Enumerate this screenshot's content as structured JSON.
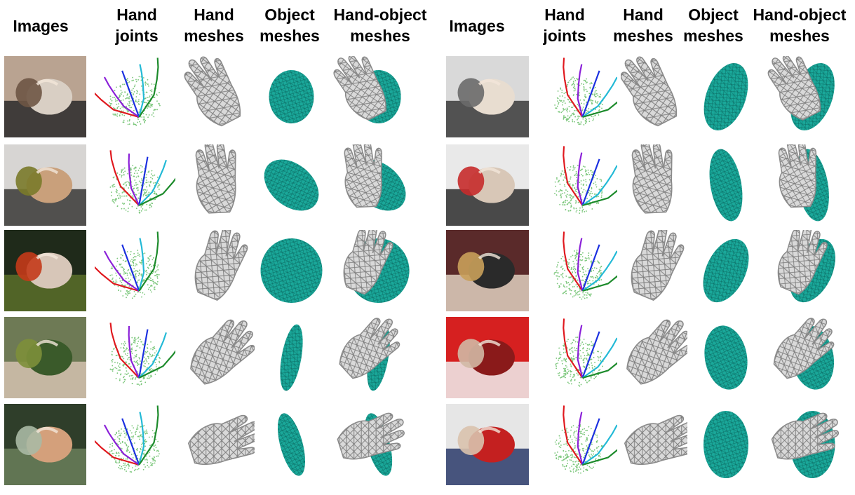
{
  "headers": {
    "left": {
      "images": "Images",
      "hand_joints": "Hand\njoints",
      "hand_meshes": "Hand\nmeshes",
      "object_meshes": "Object\nmeshes",
      "hand_object_meshes": "Hand-object\nmeshes"
    },
    "right": {
      "images": "Images",
      "hand_joints": "Hand\njoints",
      "hand_meshes": "Hand\nmeshes",
      "object_meshes": "Object\nmeshes",
      "hand_object_meshes": "Hand-object\nmeshes"
    }
  },
  "colors": {
    "object_mesh": "#1aa89a",
    "hand_mesh": "#9a9a9a",
    "point_cloud": "#7cc77c",
    "joint_thumb": "#e0181e",
    "joint_index": "#8a1fd8",
    "joint_middle": "#1a2fe0",
    "joint_ring": "#22b9d6",
    "joint_pinky": "#1b8a2a"
  },
  "row_count_per_half": 5
}
